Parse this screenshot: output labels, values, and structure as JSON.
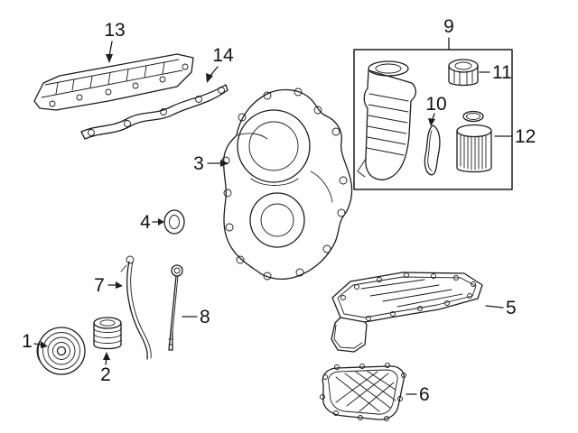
{
  "figure": {
    "bg_color": "#ffffff",
    "line_color": "#1c1c1c",
    "description_labels_only": true
  },
  "labels": {
    "p1": "1",
    "p2": "2",
    "p3": "3",
    "p4": "4",
    "p5": "5",
    "p6": "6",
    "p7": "7",
    "p8": "8",
    "p9": "9",
    "p10": "10",
    "p11": "11",
    "p12": "12",
    "p13": "13",
    "p14": "14"
  }
}
